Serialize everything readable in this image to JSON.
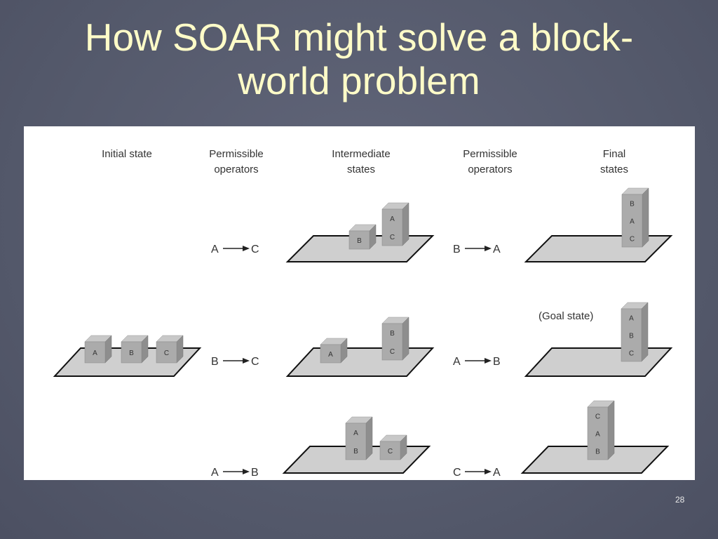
{
  "slide": {
    "title_line1": "How SOAR might solve a block-",
    "title_line2": "world problem",
    "page_number": "28"
  },
  "diagram": {
    "headers": [
      {
        "lines": [
          "Initial state"
        ]
      },
      {
        "lines": [
          "Permissible",
          "operators"
        ]
      },
      {
        "lines": [
          "Intermediate",
          "states"
        ]
      },
      {
        "lines": [
          "Permissible",
          "operators"
        ]
      },
      {
        "lines": [
          "Final",
          "states"
        ]
      }
    ],
    "goal_label": "(Goal state)",
    "initial_state": {
      "stacks": [
        [
          "A"
        ],
        [
          "B"
        ],
        [
          "C"
        ]
      ]
    },
    "operators_1": [
      {
        "from": "A",
        "to": "C"
      },
      {
        "from": "B",
        "to": "C"
      },
      {
        "from": "A",
        "to": "B"
      }
    ],
    "intermediate_states": [
      {
        "stacks": [
          [
            "B"
          ],
          [
            "A",
            "C"
          ]
        ]
      },
      {
        "stacks": [
          [
            "A"
          ],
          [
            "B",
            "C"
          ]
        ]
      },
      {
        "stacks": [
          [
            "A",
            "B"
          ],
          [
            "C"
          ]
        ]
      }
    ],
    "operators_2": [
      {
        "from": "B",
        "to": "A"
      },
      {
        "from": "A",
        "to": "B"
      },
      {
        "from": "C",
        "to": "A"
      }
    ],
    "final_states": [
      {
        "stacks": [
          [
            "B",
            "A",
            "C"
          ]
        ]
      },
      {
        "stacks": [
          [
            "A",
            "B",
            "C"
          ]
        ],
        "goal": true
      },
      {
        "stacks": [
          [
            "C",
            "A",
            "B"
          ]
        ]
      }
    ]
  }
}
